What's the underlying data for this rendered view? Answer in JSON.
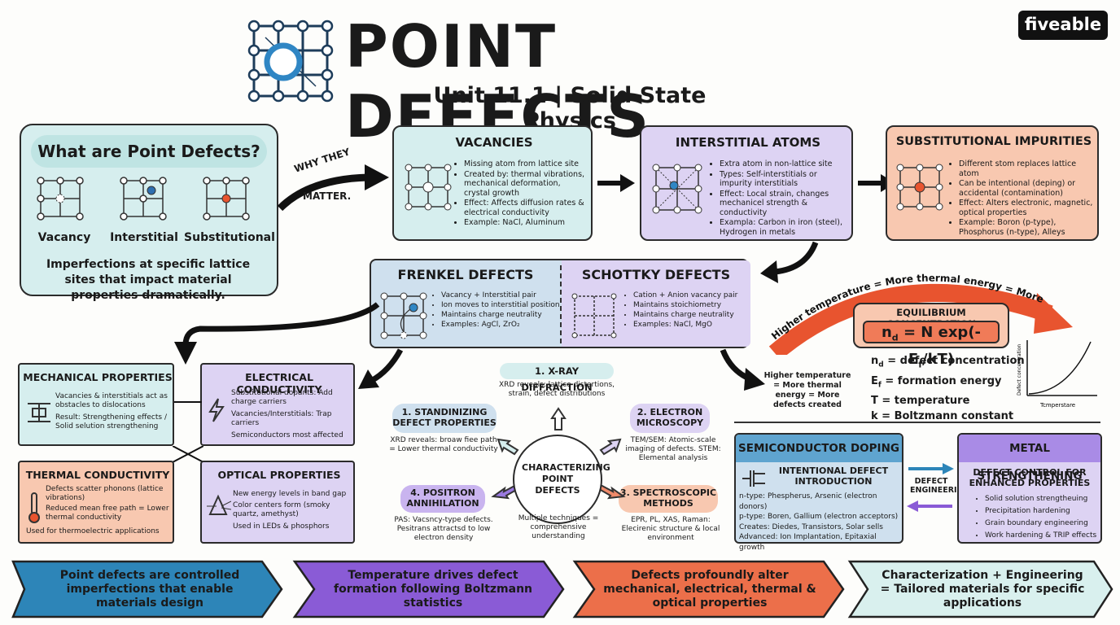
{
  "header": {
    "title": "POINT DEFECTS",
    "subtitle": "Unit 11.1 | Solid State Physics",
    "brand": "fiveable"
  },
  "intro": {
    "title": "What are Point Defects?",
    "labels": [
      "Vacancy",
      "Interstitial",
      "Substitutional"
    ],
    "text": "Imperfections at specific lattice sites that impact material properties dramatically.",
    "arrow_label_1": "WHY THEY",
    "arrow_label_2": "MATTER."
  },
  "vacancies": {
    "title": "VACANCIES",
    "bullets": [
      "Missing atom from lattice site",
      "Created by: thermal vibrations, mechanical deformation, crystal growth",
      "Effect: Affects diffusion rates & electrical conductivity",
      "Example: NaCl, Aluminum"
    ]
  },
  "interstitial": {
    "title": "INTERSTITIAL ATOMS",
    "bullets": [
      "Extra atom in non-lattice site",
      "Types: Self-interstitials or impurity interstitials",
      "Effect: Local strain, changes mechanicel strength & conductivity",
      "Exampla: Carbon in iron (steel), Hydrogen in metals"
    ]
  },
  "substitutional": {
    "title": "SUBSTITUTIONAL IMPURITIES",
    "bullets": [
      "Different stom replaces lattice atom",
      "Can be intentional (deping) or accidental (contamination)",
      "Effect: Alters electronic, magnetic, optical properties",
      "Example: Boron (p-type), Phosphorus (n-type), Alleys"
    ]
  },
  "frenkel": {
    "title": "FRENKEL DEFECTS",
    "bullets": [
      "Vacancy + Interstitial pair",
      "Ion moves to interstitial position",
      "Maintains charge neutrality",
      "Examples: AgCl, ZrO₂"
    ]
  },
  "schottky": {
    "title": "SCHOTTKY DEFECTS",
    "bullets": [
      "Cation + Anion vacancy pair",
      "Maintains stoichiometry",
      "Maintains charge neutrality",
      "Examples: NaCl, MgO"
    ]
  },
  "thermal_arc": {
    "label": "Higher temperature = More thermal energy = More defects created",
    "side_note": "Higher temperature = More thermal energy = More defects created"
  },
  "equilibrium": {
    "title": "EQUILIBRIUM CONCENTRATION",
    "formula": "n_d = N exp(-E_f/kT)",
    "defs": [
      "n_d = defect concentration",
      "E_f = formation energy",
      "T = temperature",
      "k = Boltzmann constant"
    ],
    "graph_y": "Defect concentration",
    "graph_x": "Tcmperstare"
  },
  "mechanical": {
    "title": "MECHANICAL PROPERTIES",
    "lines": [
      "Vacancies & interstitials act as obstacles to dislocations",
      "Result: Strengthening effects / Solid selution strengthening"
    ]
  },
  "electrical": {
    "title": "ELECTRICAL CONDUCTIVITY",
    "lines": [
      "Substitotional dopants: Add charge carriers",
      "Vacancies/Interstitials: Trap carriers",
      "Semiconductors most affected"
    ]
  },
  "thermal": {
    "title": "THERMAL CONDUCTIVITY",
    "lines": [
      "Defects scatter phonons (lattice vibrations)",
      "Reduced mean free path = Lower thermal conductivity",
      "Used for thermoelectric applications"
    ]
  },
  "optical": {
    "title": "OPTICAL PROPERTIES",
    "lines": [
      "New energy levels in band gap",
      "Color centers form (smoky quartz, amethyst)",
      "Used in LEDs & phosphors"
    ]
  },
  "characterizing": {
    "center": "CHARACTERIZING POINT DEFECTS",
    "xray_title": "1. X-RAY DIFFRACTION",
    "xray_text": "XRD reveals: lattice distertions, strain, defect distributions",
    "standin_title": "1. STANDINIZING DEFECT PROPERTIES",
    "standin_text": "XRD reveals: broaw fiee path = Lower thermal conductivity",
    "electron_title": "2. ELECTRON MICROSCOPY",
    "electron_text": "TEM/SEM: Atomic-scale imaging of defects. STEM: Elemental analysis",
    "positron_title": "4. POSITRON ANNIHILATION",
    "positron_text": "PAS: Vacsncy-type defects. Pesitrans attractsd to low electron density",
    "spectro_title": "3. SPECTROSCOPIC METHODS",
    "spectro_text": "EPR, PL, XAS, Raman: Elecirenic structure & local environment",
    "bottom_note": "Multiple techniques = comprehensive understanding"
  },
  "doping": {
    "title": "SEMICONDUCTOR DOPING",
    "subtitle": "INTENTIONAL DEFECT INTRODUCTION",
    "lines": [
      "n-type: Phespherus, Arsenic (electron donors)",
      "p-type: Boren, Gallium (electron acceptors)",
      "Creates: Diedes, Transistors, Solar sells",
      "Advanced: Ion Implantation, Epitaxial growth"
    ]
  },
  "engineering_label": "DEFECT ENGINEERING",
  "metal": {
    "title": "METAL STRENGTHENING",
    "subtitle": "DEFECT CONTROL FOR ENHANCED PROPERTIES",
    "bullets": [
      "Solid solution strengtheuing",
      "Precipitation hardening",
      "Grain boundary engineering",
      "Work hardening & TRIP effects"
    ]
  },
  "banners": [
    "Point defects are controlled imperfections that enable materials design",
    "Temperature drives defect formation following Boltzmann statistics",
    "Defects profoundly alter mechanical, electrical, thermal & optical properties",
    "Characterization + Engineering = Tailored materials for specific applications"
  ],
  "colors": {
    "teal": "#d6eeee",
    "purple": "#ddd3f3",
    "salmon": "#f8c8b0",
    "blue": "#cfe0ee",
    "red_arrow": "#e8542f",
    "banner_blue": "#2d85b8",
    "banner_purple": "#8a5bd6",
    "banner_orange": "#ec6f4a",
    "banner_teal": "#d9f0ee"
  }
}
